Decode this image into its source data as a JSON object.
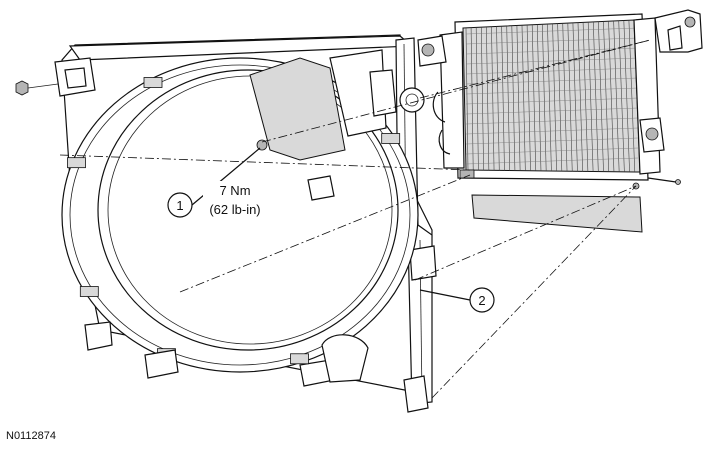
{
  "figure_id": "N0112874",
  "callouts": [
    {
      "number": "1",
      "torque": "7 Nm",
      "torque_imperial": "(62 lb-in)"
    },
    {
      "number": "2"
    }
  ],
  "icons": [
    "fan-shroud-illustration",
    "radiator-illustration",
    "bolt-icon"
  ]
}
